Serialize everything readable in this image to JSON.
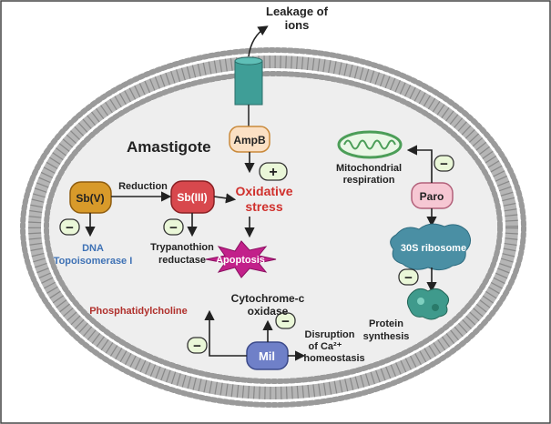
{
  "labels": {
    "leakage_line1": "Leakage of",
    "leakage_line2": "ions",
    "amastigote": "Amastigote",
    "ampb": "AmpB",
    "sbv": "Sb(V)",
    "sbiii": "Sb(III)",
    "reduction": "Reduction",
    "oxidative1": "Oxidative",
    "oxidative2": "stress",
    "dna1": "DNA",
    "dna2": "Topoisomerase I",
    "trypano1": "Trypanothion",
    "trypano2": "reductase",
    "apoptosis": "Apoptosis",
    "mito1": "Mitochondrial",
    "mito2": "respiration",
    "paro": "Paro",
    "ribosome": "30S ribosome",
    "protein1": "Protein",
    "protein2": "synthesis",
    "cyto1": "Cytochrome-c",
    "cyto2": "oxidase",
    "phospha": "Phosphatidylcholine",
    "mil": "Mil",
    "disrupt1": "Disruption",
    "disrupt2": "of Ca²⁺",
    "disrupt3": "homeostasis"
  },
  "signs": {
    "minus": "−",
    "plus": "+"
  },
  "colors": {
    "membrane_head": "#9a9a9a",
    "cell_interior": "#eeeeee",
    "channel": "#3f9e97",
    "ampb_fill": "#fbe0c4",
    "sbv_fill": "#d89a2a",
    "sbiii_fill": "#d8484d",
    "paro_fill": "#f6c7d3",
    "mil_fill": "#6f80c8",
    "apoptosis_fill": "#c2208a",
    "minus_badge": "#eaf7d8",
    "red_text": "#d0302c",
    "blue_text": "#3f72b5",
    "ribosome_fill": "#4a8fa4",
    "mito_color": "#4c9e58"
  }
}
